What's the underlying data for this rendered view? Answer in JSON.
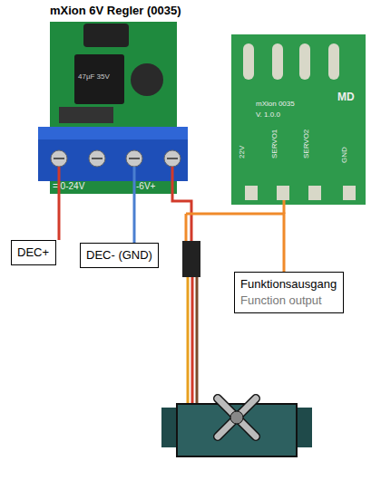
{
  "diagram": {
    "title": "mXion 6V Regler (0035)",
    "nodes": [
      {
        "text": [
          "DEC+"
        ]
      },
      {
        "text": [
          "DEC- (GND)"
        ]
      },
      {
        "text": [
          "Funktionsausgang",
          "Function output"
        ]
      }
    ],
    "labels": [
      "= 0-24V",
      "-6V+",
      "47µF 35V",
      "MD",
      "mXion 0035",
      "V. 1.0.0",
      "22V",
      "SERVO1",
      "SERVO2",
      "GND"
    ]
  }
}
